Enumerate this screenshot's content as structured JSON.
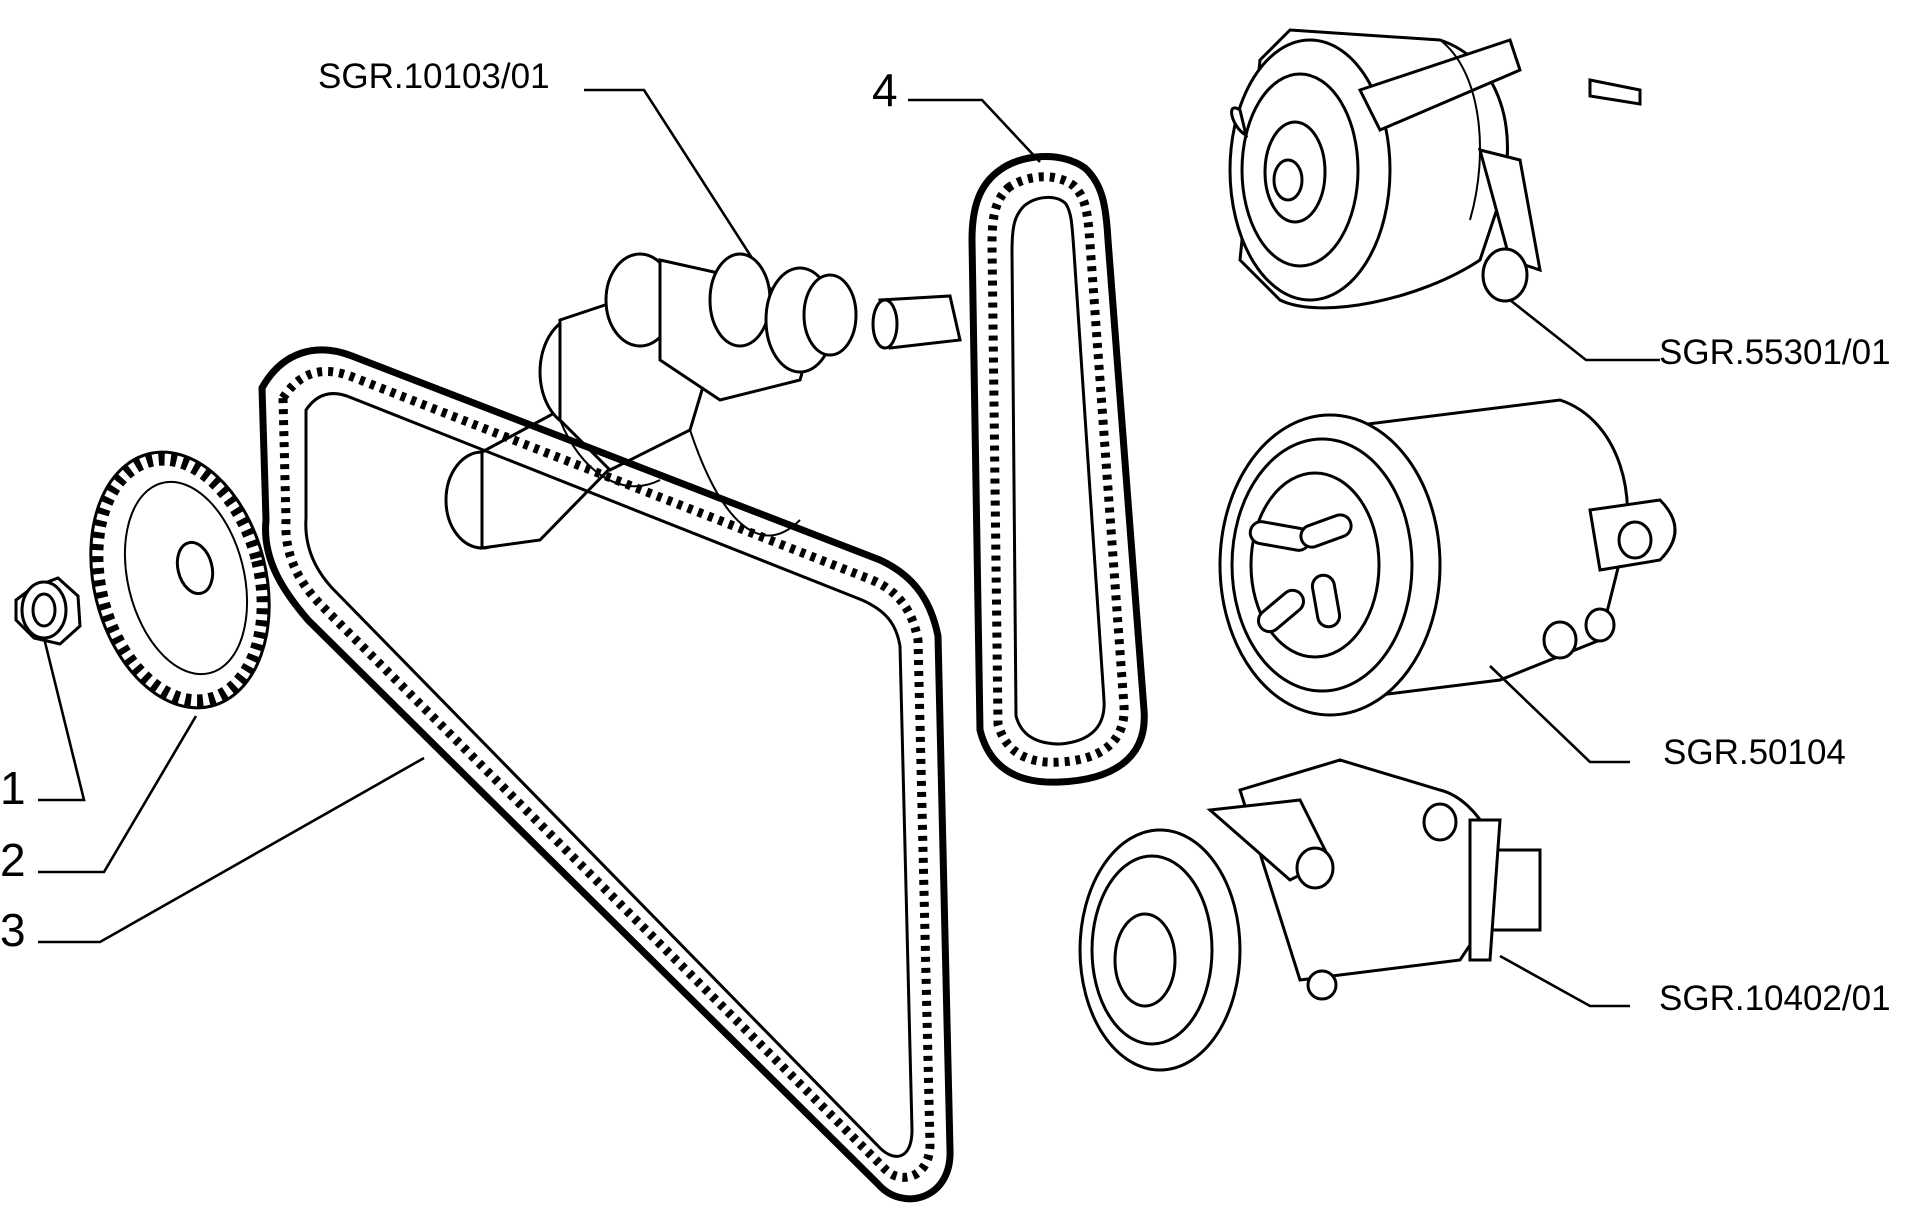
{
  "callouts": {
    "item_1": "1",
    "item_2": "2",
    "item_3": "3",
    "item_4": "4"
  },
  "references": {
    "crankshaft": "SGR.10103/01",
    "alternator": "SGR.55301/01",
    "compressor": "SGR.50104",
    "water_pump": "SGR.10402/01"
  },
  "colors": {
    "ink": "#000000",
    "paper": "#ffffff"
  }
}
